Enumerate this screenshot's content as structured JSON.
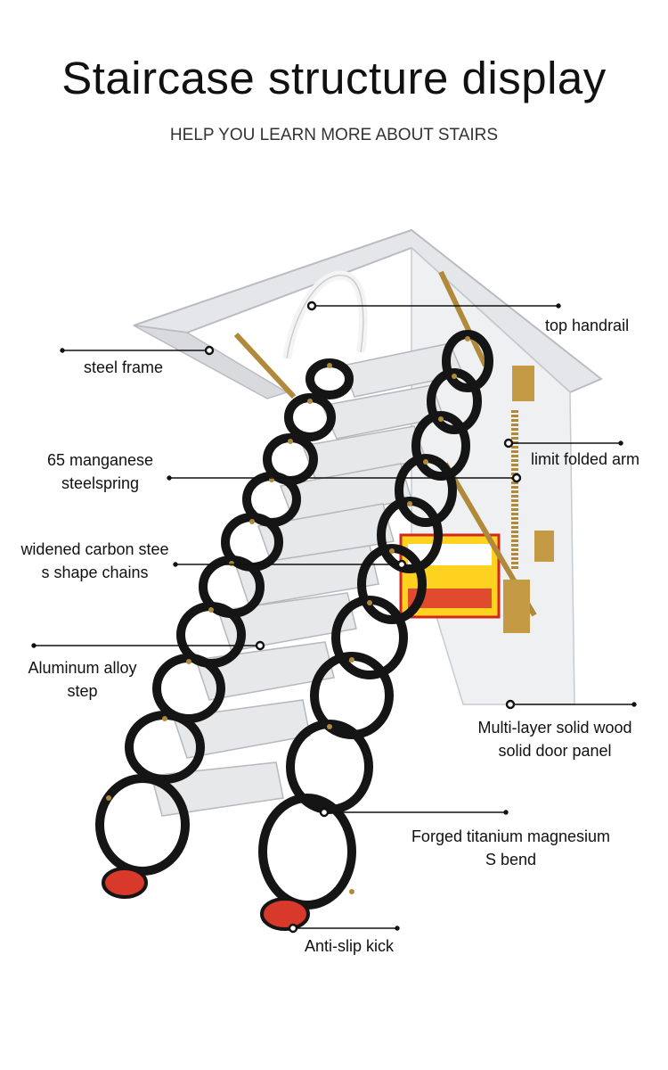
{
  "header": {
    "title": "Staircase structure display",
    "subtitle": "HELP YOU LEARN MORE ABOUT STAIRS"
  },
  "callouts": {
    "top_handrail": "top handrail",
    "steel_frame": "steel frame",
    "limit_folded_arm": "limit folded arm",
    "manganese_spring_line1": "65 manganese",
    "manganese_spring_line2": "steelspring",
    "chains_line1": "widened carbon stee",
    "chains_line2": "s shape chains",
    "aluminum_step_line1": "Aluminum alloy",
    "aluminum_step_line2": "step",
    "door_panel_line1": "Multi-layer solid wood",
    "door_panel_line2": "solid door panel",
    "s_bend_line1": "Forged titanium magnesium",
    "s_bend_line2": "S bend",
    "anti_slip_kick": "Anti-slip kick"
  },
  "colors": {
    "frame": "#e4e6ea",
    "panel": "#eef0f2",
    "step": "#e6e8ea",
    "chain": "#151515",
    "brass": "#b08a3a",
    "foot": "#d8392b",
    "warning": "#ffd21f"
  }
}
